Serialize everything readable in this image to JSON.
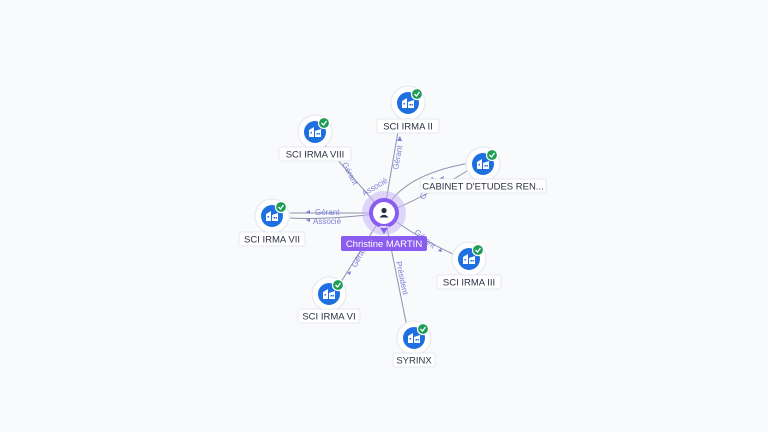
{
  "center": {
    "name": "Christine MARTIN",
    "icon": "person-icon"
  },
  "companies": [
    {
      "id": "irma-ii",
      "name": "SCI IRMA II",
      "icon": "building-icon",
      "verified": true
    },
    {
      "id": "irma-viii",
      "name": "SCI IRMA VIII",
      "icon": "building-icon",
      "verified": true
    },
    {
      "id": "cabinet",
      "name": "CABINET D'ETUDES REN...",
      "icon": "building-icon",
      "verified": true
    },
    {
      "id": "irma-vii",
      "name": "SCI IRMA VII",
      "icon": "building-icon",
      "verified": true
    },
    {
      "id": "irma-iii",
      "name": "SCI IRMA III",
      "icon": "building-icon",
      "verified": true
    },
    {
      "id": "irma-vi",
      "name": "SCI IRMA VI",
      "icon": "building-icon",
      "verified": true
    },
    {
      "id": "syrinx",
      "name": "SYRINX",
      "icon": "building-icon",
      "verified": true
    }
  ],
  "relations": {
    "irma_ii": "Gérant",
    "irma_viii_1": "Gérant",
    "irma_viii_2": "Associé",
    "cabinet": "Gérant",
    "irma_vii_1": "Gérant",
    "irma_vii_2": "Associé",
    "irma_iii": "Gérant",
    "irma_vi": "Gérant",
    "syrinx": "Président"
  },
  "colors": {
    "center": "#8a5cf0",
    "company": "#1e6fe0",
    "verified": "#1f9d55",
    "relation_text": "#7b7fd6",
    "edge": "#8e93ad"
  }
}
